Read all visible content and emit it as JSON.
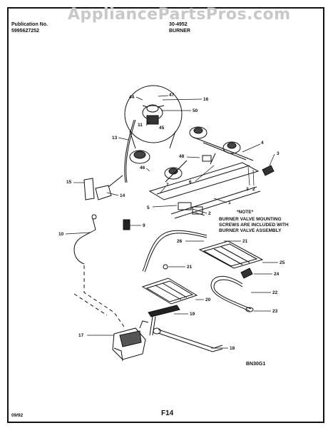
{
  "watermark": "AppliancePartsPros.com",
  "header": {
    "publication_label": "Publication No.",
    "publication_number": "5995627252",
    "model": "30-4952",
    "section": "BURNER"
  },
  "note": {
    "title": "*NOTE*",
    "lines": [
      "BURNER VALVE MOUNTING",
      "SCREWS ARE INCLUDED WITH",
      "BURNER VALVE ASSEMBLY"
    ]
  },
  "callouts": {
    "c44": "44",
    "c47": "47",
    "c16": "16",
    "c50": "50",
    "c11": "11",
    "c45": "45",
    "c13": "13",
    "c48": "48",
    "c46": "46",
    "c6": "6",
    "c3": "3",
    "c7": "7",
    "c15": "15",
    "c14": "14",
    "c1": "1",
    "c5": "5",
    "c2a": "2",
    "c2b": "2",
    "c2c": "2",
    "c9": "9",
    "c10": "10",
    "c26": "26",
    "c21a": "21",
    "c25": "25",
    "c21b": "21",
    "c24": "24",
    "c20": "20",
    "c22": "22",
    "c19": "19",
    "c23": "23",
    "c17": "17",
    "c18": "18"
  },
  "diagram_code": "BN30G1",
  "footer": {
    "date": "09/92",
    "page": "F14"
  }
}
